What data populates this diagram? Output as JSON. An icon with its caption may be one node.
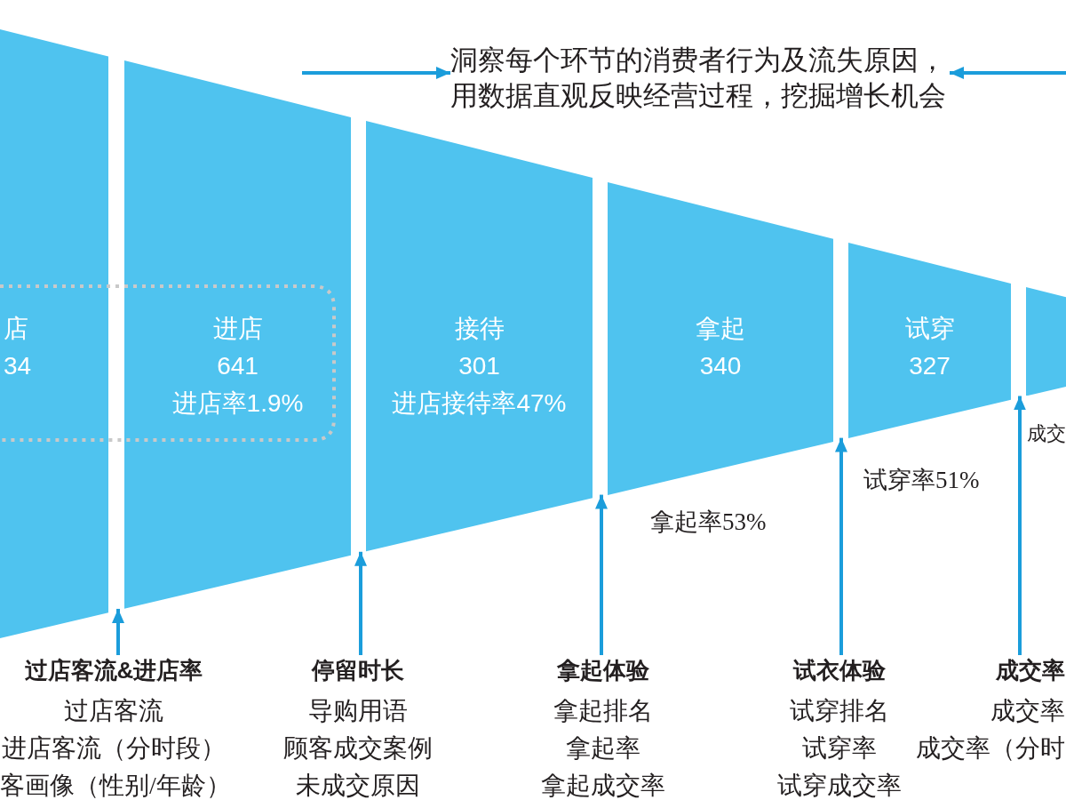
{
  "diagram": {
    "nodes": [
      {
        "text": [
          "店",
          "34"
        ]
      },
      {
        "text": [
          "进店",
          "641",
          "进店率1.9%"
        ]
      },
      {
        "text": [
          "接待",
          "301",
          "进店接待率47%"
        ]
      },
      {
        "text": [
          "拿起",
          "340"
        ],
        "beside": [
          "拿起率53%"
        ]
      },
      {
        "text": [
          "试穿",
          "327"
        ],
        "beside": [
          "试穿率51%"
        ]
      },
      {
        "text": [],
        "shape": "box"
      },
      {
        "text": [
          "洞察每个环节的消费者行为及流失原因，用数据直观反映经营过程，挖掘增长机会"
        ]
      },
      {
        "text": [
          "过店客流&进店率",
          "过店客流",
          "进店客流（分时段）",
          "客画像（性别/年龄）"
        ]
      },
      {
        "text": [
          "停留时长",
          "导购用语",
          "顾客成交案例",
          "未成交原因"
        ]
      },
      {
        "text": [
          "拿起体验",
          "拿起排名",
          "拿起率",
          "拿起成交率"
        ]
      },
      {
        "text": [
          "试衣体验",
          "试穿排名",
          "试穿率",
          "试穿成交率"
        ]
      },
      {
        "text": [
          "成交率",
          "成交率",
          "成交率（分时"
        ]
      }
    ],
    "edges": [
      {
        "from": null,
        "to": 6,
        "arrow": "to"
      },
      {
        "from": null,
        "to": 6,
        "arrow": "to"
      },
      {
        "from": 7,
        "to": 1,
        "arrow": "to"
      },
      {
        "from": 8,
        "to": 2,
        "arrow": "to"
      },
      {
        "from": 9,
        "to": 3,
        "arrow": "to"
      },
      {
        "from": 10,
        "to": 4,
        "arrow": "to"
      },
      {
        "from": 11,
        "to": 5,
        "arrow": "to"
      }
    ],
    "labels": [
      "成交"
    ]
  }
}
